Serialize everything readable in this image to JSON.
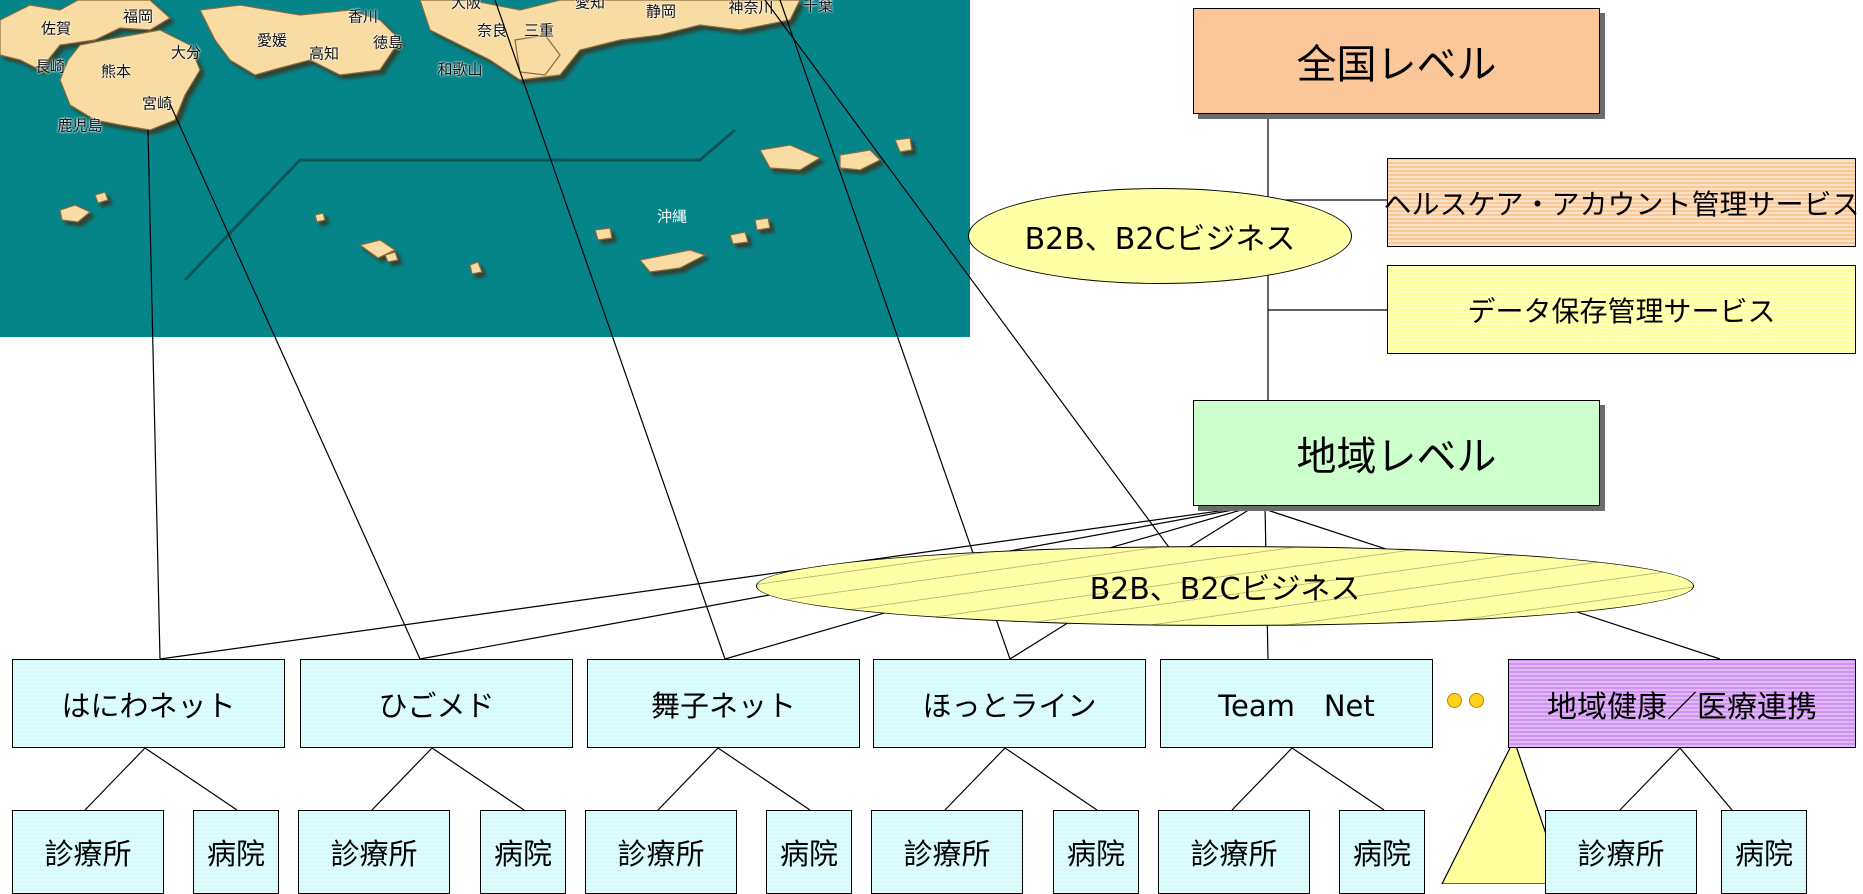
{
  "map": {
    "prefectures": [
      "佐賀",
      "福岡",
      "長崎",
      "熊本",
      "大分",
      "宮崎",
      "鹿児島",
      "愛媛",
      "高知",
      "香川",
      "徳島",
      "奈良",
      "三重",
      "和歌山",
      "大阪",
      "愛知",
      "静岡",
      "神奈川",
      "千葉",
      "沖縄"
    ]
  },
  "hierarchy": {
    "national_label": "全国レベル",
    "regional_label": "地域レベル",
    "national_services": [
      "ヘルスケア・アカウント管理サービス",
      "データ保存管理サービス"
    ],
    "business_label_upper": "B2B、B2Cビジネス",
    "business_label_lower": "B2B、B2Cビジネス"
  },
  "networks": [
    "はにわネット",
    "ひごメド",
    "舞子ネット",
    "ほっとライン",
    "Team　Net",
    "地域健康／医療連携"
  ],
  "facilities": {
    "clinic": "診療所",
    "hospital": "病院"
  },
  "colors": {
    "map_sea": "#05858a",
    "land": "#f8dca4",
    "national_box": "#fbc79a",
    "regional_box": "#ccffcc",
    "service_orange": "#fbc999",
    "service_yellow": "#ffff9c",
    "network_cyan": "#d2fbfd",
    "network_purple": "#cf93f2",
    "ellipse": "#ffffa6",
    "dots": "#ffd21b"
  }
}
